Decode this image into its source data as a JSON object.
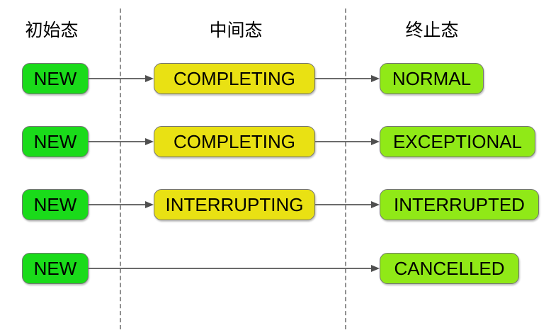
{
  "diagram": {
    "headers": [
      {
        "label": "初始态"
      },
      {
        "label": "中间态"
      },
      {
        "label": "终止态"
      }
    ],
    "rows": [
      {
        "initial": "NEW",
        "intermediate": "COMPLETING",
        "final": "NORMAL"
      },
      {
        "initial": "NEW",
        "intermediate": "COMPLETING",
        "final": "EXCEPTIONAL"
      },
      {
        "initial": "NEW",
        "intermediate": "INTERRUPTING",
        "final": "INTERRUPTED"
      },
      {
        "initial": "NEW",
        "intermediate": null,
        "final": "CANCELLED"
      }
    ],
    "colors": {
      "initial_box": "#1adb1a",
      "intermediate_box": "#e9e113",
      "final_box": "#90e917",
      "border": "#757575",
      "arrow": "#6b6b6b",
      "arrowhead": "#4f4f4f",
      "divider": "#909090"
    }
  }
}
